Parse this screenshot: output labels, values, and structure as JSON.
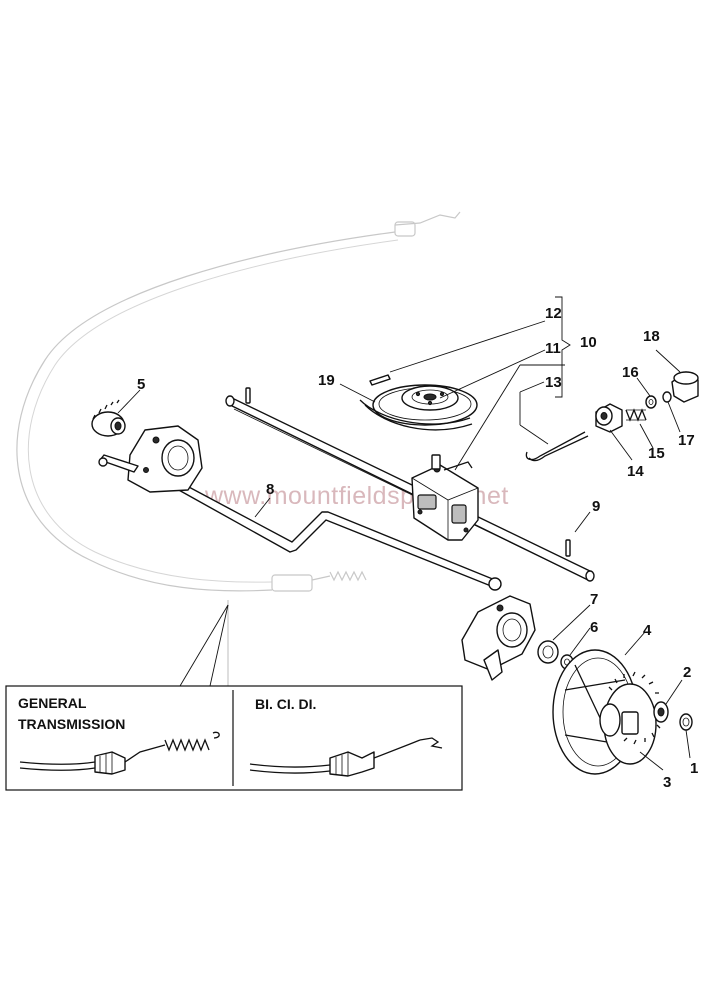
{
  "watermark": "www.mountfieldspares.net",
  "callouts": [
    {
      "id": "n1",
      "label": "1"
    },
    {
      "id": "n2",
      "label": "2"
    },
    {
      "id": "n3",
      "label": "3"
    },
    {
      "id": "n4",
      "label": "4"
    },
    {
      "id": "n5",
      "label": "5"
    },
    {
      "id": "n6",
      "label": "6"
    },
    {
      "id": "n7",
      "label": "7"
    },
    {
      "id": "n8",
      "label": "8"
    },
    {
      "id": "n9",
      "label": "9"
    },
    {
      "id": "n10",
      "label": "10"
    },
    {
      "id": "n11",
      "label": "11"
    },
    {
      "id": "n12",
      "label": "12"
    },
    {
      "id": "n13",
      "label": "13"
    },
    {
      "id": "n14",
      "label": "14"
    },
    {
      "id": "n15",
      "label": "15"
    },
    {
      "id": "n16",
      "label": "16"
    },
    {
      "id": "n17",
      "label": "17"
    },
    {
      "id": "n18",
      "label": "18"
    },
    {
      "id": "n19",
      "label": "19"
    }
  ],
  "detail_panels": {
    "general": {
      "line1": "GENERAL",
      "line2": "TRANSMISSION"
    },
    "bicidi": {
      "label": "BI. CI. DI."
    }
  }
}
